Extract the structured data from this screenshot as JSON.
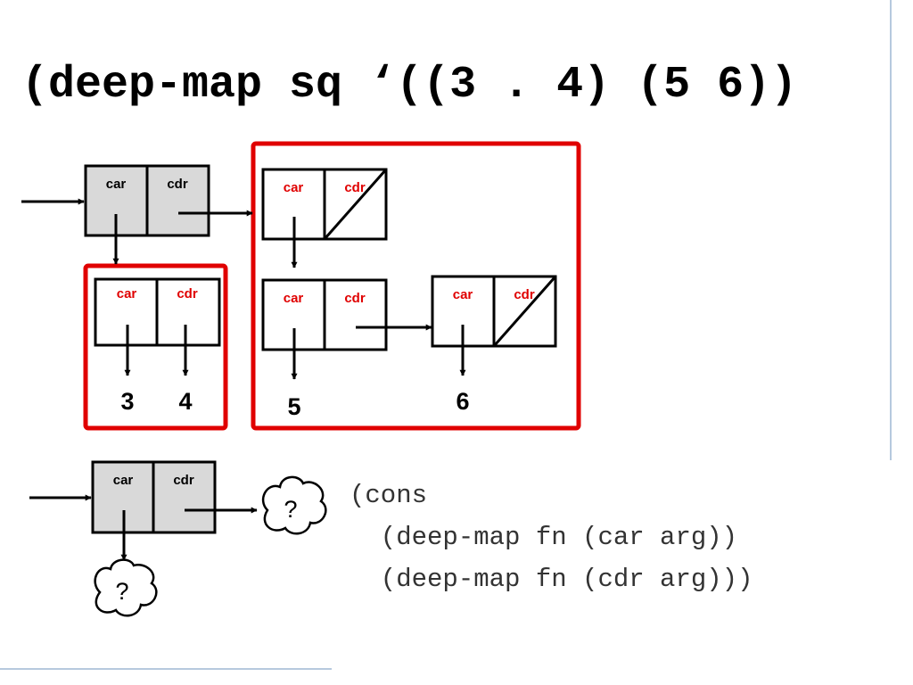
{
  "title": "(deep-map sq ‘((3 . 4) (5 6))",
  "code": {
    "lines": [
      "(cons",
      "  (deep-map fn (car arg))",
      "  (deep-map fn (cdr arg)))"
    ]
  },
  "diagram": {
    "car_label": "car",
    "cdr_label": "cdr",
    "values": [
      "3",
      "4",
      "5",
      "6"
    ],
    "unknown": "?"
  },
  "colors": {
    "cell_gray": "#d9d9d9",
    "highlight_red": "#e00000",
    "ink": "#000000"
  }
}
